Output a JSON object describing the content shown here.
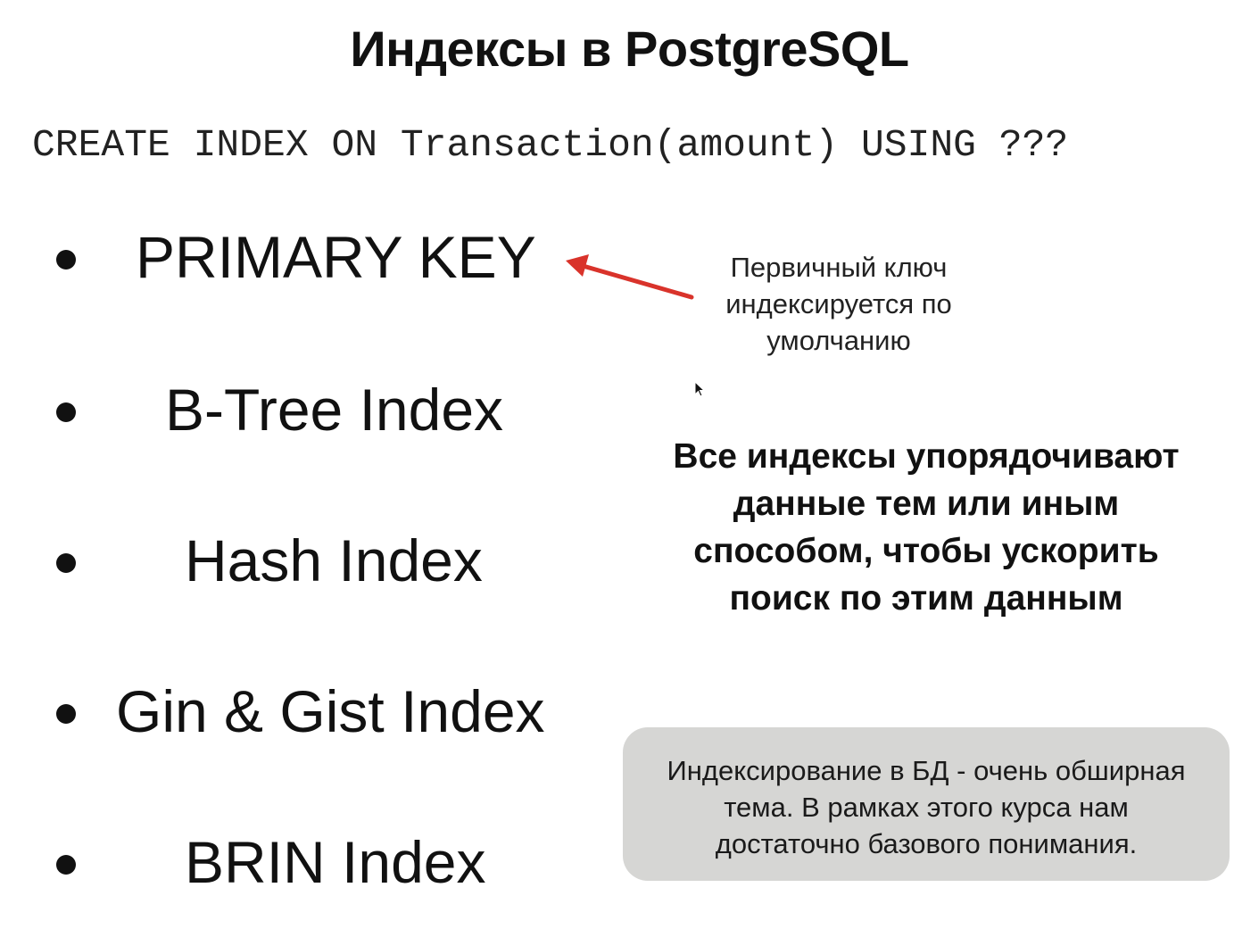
{
  "slide": {
    "title": "Индексы в PostgreSQL",
    "code": "CREATE INDEX ON Transaction(amount) USING ???",
    "bullets": [
      {
        "label": "PRIMARY KEY"
      },
      {
        "label": "B-Tree Index"
      },
      {
        "label": "Hash Index"
      },
      {
        "label": "Gin & Gist Index"
      },
      {
        "label": "BRIN Index"
      }
    ],
    "annotation": {
      "lines": [
        "Первичный ключ",
        "индексируется по",
        "умолчанию"
      ],
      "arrow_color": "#d9332b"
    },
    "statement": {
      "lines": [
        "Все индексы упорядочивают",
        "данные тем или иным",
        "способом, чтобы ускорить",
        "поиск по этим данным"
      ]
    },
    "callout": {
      "lines": [
        "Индексирование в БД - очень обширная",
        "тема. В рамках этого курса нам",
        "достаточно базового понимания."
      ],
      "background": "#d6d6d4"
    },
    "icons": {
      "bullet": "bullet-dot-icon",
      "arrow": "arrow-left-icon",
      "cursor": "mouse-cursor-icon"
    }
  }
}
